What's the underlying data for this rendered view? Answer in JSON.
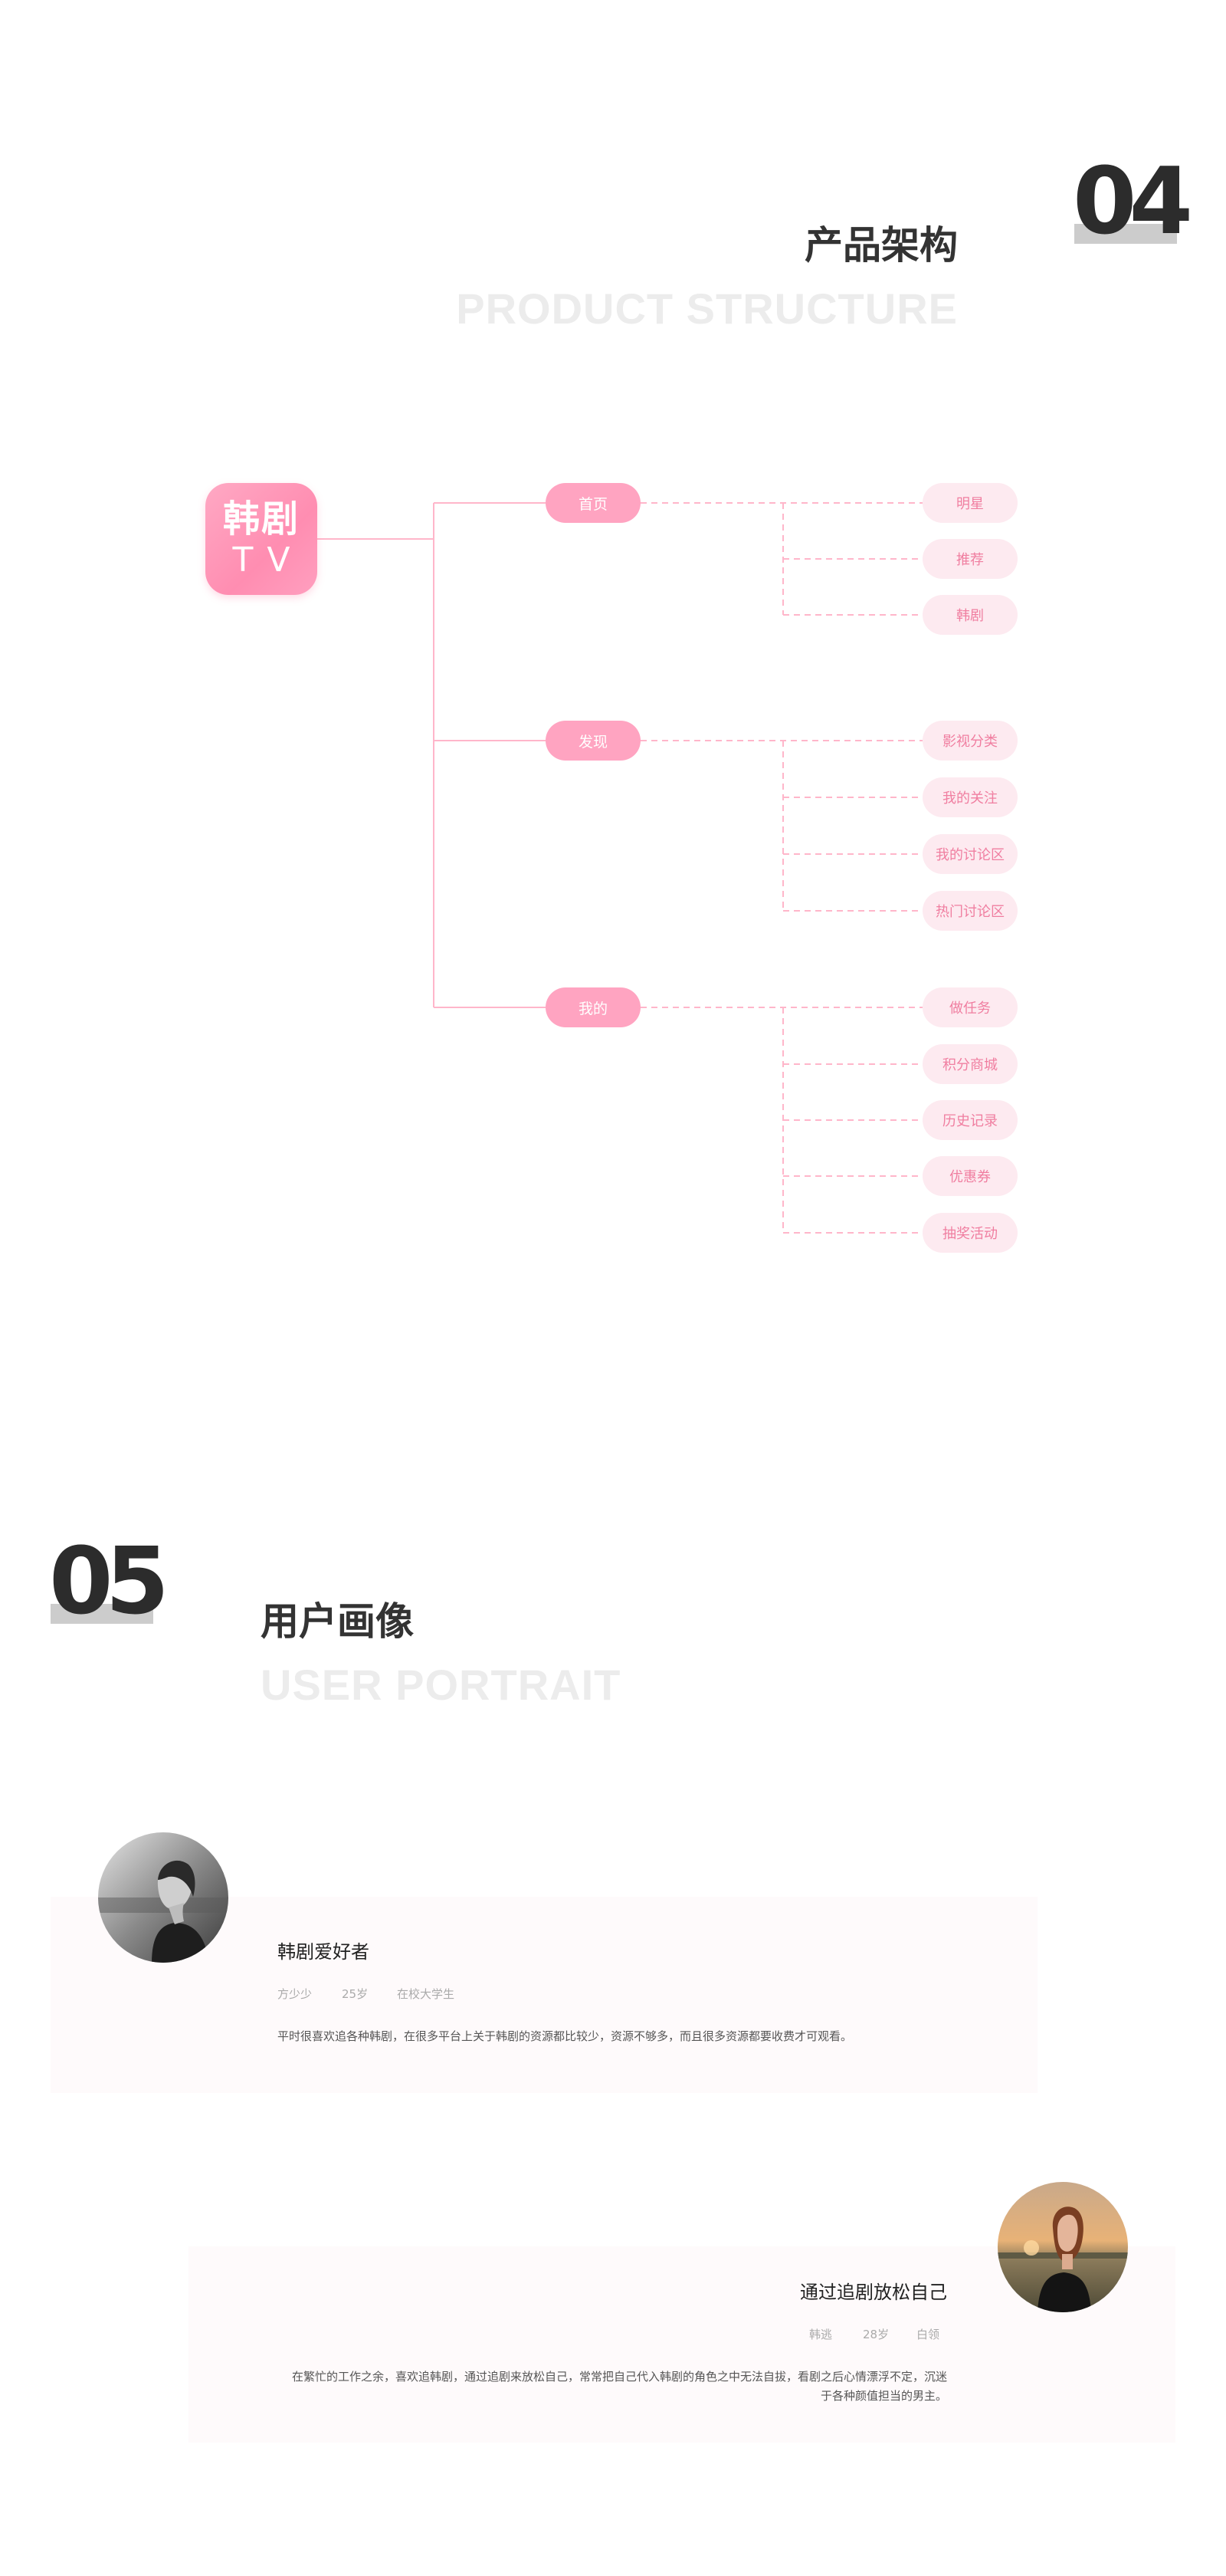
{
  "section04": {
    "number": "04",
    "title": "产品架构",
    "subtitle": "PRODUCT STRUCTURE"
  },
  "app_icon": {
    "line1": "韩剧",
    "line2": "TV"
  },
  "tree": {
    "branches": [
      {
        "label": "首页",
        "children": [
          "明星",
          "推荐",
          "韩剧"
        ]
      },
      {
        "label": "发现",
        "children": [
          "影视分类",
          "我的关注",
          "我的讨论区",
          "热门讨论区"
        ]
      },
      {
        "label": "我的",
        "children": [
          "做任务",
          "积分商城",
          "历史记录",
          "优惠券",
          "抽奖活动"
        ]
      }
    ]
  },
  "section05": {
    "number": "05",
    "title": "用户画像",
    "subtitle": "USER PORTRAIT"
  },
  "personas": [
    {
      "title": "韩剧爱好者",
      "name": "方少少",
      "age": "25岁",
      "role": "在校大学生",
      "desc": "平时很喜欢追各种韩剧，在很多平台上关于韩剧的资源都比较少，资源不够多，而且很多资源都要收费才可观看。"
    },
    {
      "title": "通过追剧放松自己",
      "name": "韩逃",
      "age": "28岁",
      "role": "白领",
      "desc_line1": "在繁忙的工作之余，喜欢追韩剧，通过追剧来放松自己，常常把自己代入韩剧的角色之中无法自拔，看剧之后心情漂浮不定，沉迷",
      "desc_line2": "于各种颜值担当的男主。"
    }
  ],
  "colors": {
    "primary_pink": "#ffa4c1",
    "light_pink": "#fdeaf0",
    "pink_text": "#f07ea0",
    "line_pink": "#ffb6ca"
  }
}
